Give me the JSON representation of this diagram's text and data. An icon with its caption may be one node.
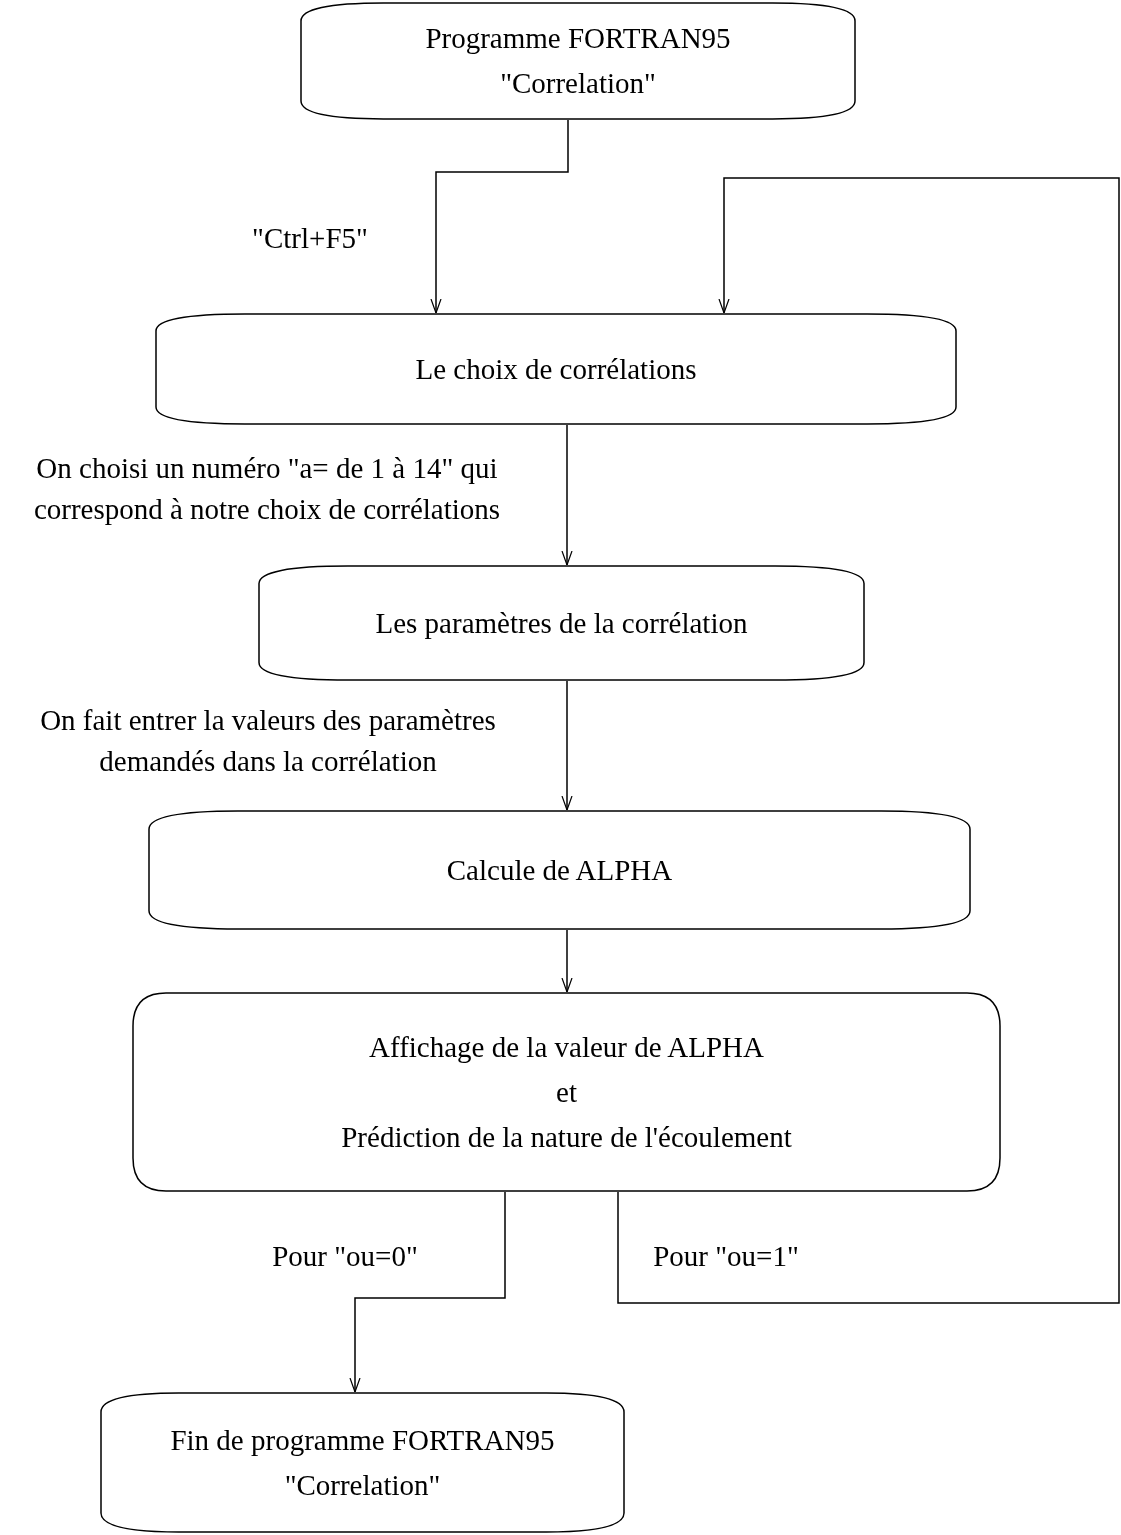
{
  "diagram": {
    "nodes": [
      {
        "text": [
          "Programme FORTRAN95",
          "\"Correlation\""
        ]
      },
      {
        "text": [
          "Le choix de corrélations"
        ]
      },
      {
        "text": [
          "Les paramètres de la corrélation"
        ]
      },
      {
        "text": [
          "Calcule de ALPHA"
        ]
      },
      {
        "text": [
          "Affichage de la valeur de ALPHA",
          "et",
          "Prédiction de la nature de l'écoulement"
        ]
      },
      {
        "text": [
          "Fin de programme FORTRAN95",
          "\"Correlation\""
        ]
      }
    ],
    "edges": [
      {
        "from": 0,
        "to": 1,
        "arrow": "to",
        "label": "\"Ctrl+F5\""
      },
      {
        "from": 1,
        "to": 2,
        "arrow": "to",
        "label": "On choisi un numéro \"a= de 1 à 14\" qui correspond à notre choix de corrélations"
      },
      {
        "from": 2,
        "to": 3,
        "arrow": "to",
        "label": "On fait entrer la valeurs des paramètres demandés dans la corrélation"
      },
      {
        "from": 3,
        "to": 4,
        "arrow": "to"
      },
      {
        "from": 4,
        "to": 5,
        "arrow": "to",
        "label": "Pour \"ou=0\""
      },
      {
        "from": 4,
        "to": 1,
        "arrow": "to",
        "label": "Pour \"ou=1\""
      }
    ]
  }
}
